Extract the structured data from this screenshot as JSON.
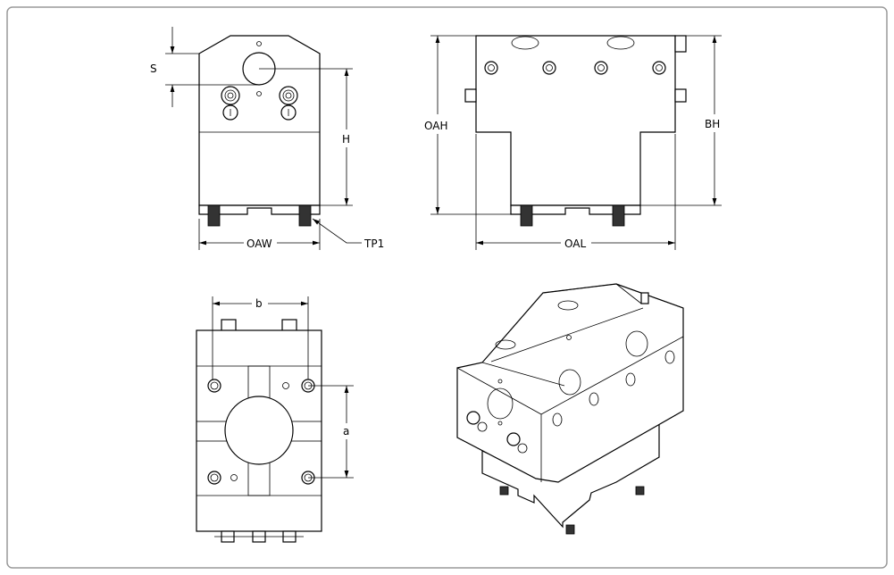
{
  "drawing": {
    "front_view": {
      "dim_s": "S",
      "dim_h": "H",
      "dim_oaw": "OAW",
      "callout_tp1": "TP1"
    },
    "side_view": {
      "dim_oah": "OAH",
      "dim_bh": "BH",
      "dim_oal": "OAL"
    },
    "bottom_view": {
      "dim_b": "b",
      "dim_a": "a"
    },
    "colors": {
      "border": "#9a9a9a",
      "line": "#000000",
      "background": "#ffffff"
    }
  }
}
